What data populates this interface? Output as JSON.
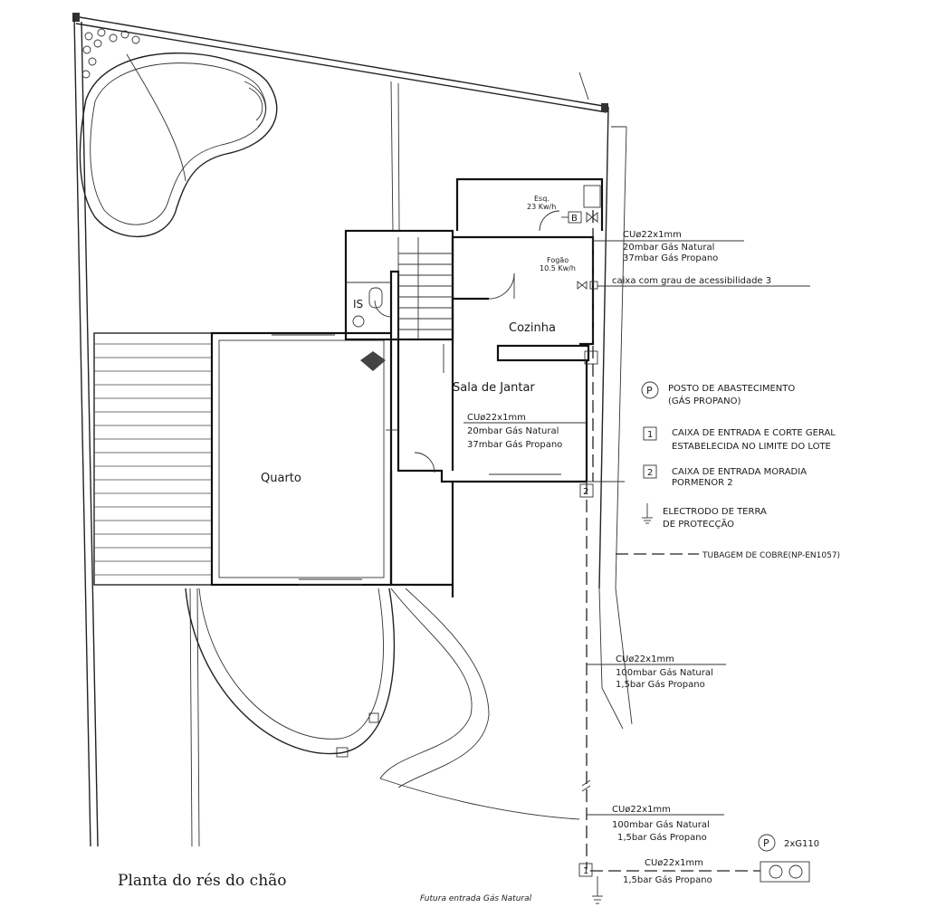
{
  "rooms": {
    "quarto": "Quarto",
    "sala": "Sala de Jantar",
    "cozinha": "Cozinha",
    "is": "IS"
  },
  "appliances": {
    "esq_label": "Esq.",
    "esq_power": "23 Kw/h",
    "fogao_label": "Fogão",
    "fogao_power": "10.5 Kw/h",
    "b_tag": "B"
  },
  "pipe_specs": {
    "top": [
      "CUø22x1mm",
      "20mbar Gás Natural",
      "37mbar Gás Propano"
    ],
    "access_box": "caixa com grau de acessibilidade 3",
    "sala": [
      "CUø22x1mm",
      "20mbar Gás Natural",
      "37mbar Gás Propano"
    ],
    "middle": [
      "CUø22x1mm",
      "100mbar Gás Natural",
      "1,5bar Gás Propano"
    ],
    "lower": [
      "CUø22x1mm",
      "100mbar Gás Natural",
      "1,5bar Gás Propano"
    ],
    "bottom": [
      "CUø22x1mm",
      "1,5bar Gás Propano"
    ]
  },
  "legend": {
    "p_symbol": "P",
    "posto_line1": "POSTO DE ABASTECIMENTO",
    "posto_line2": "(GÁS PROPANO)",
    "box1_tag": "1",
    "box1_line1": "CAIXA DE ENTRADA E CORTE GERAL",
    "box1_line2": "ESTABELECIDA NO LIMITE DO LOTE",
    "box2_tag": "2",
    "box2_line1": "CAIXA DE ENTRADA MORADIA",
    "box2_line2": "PORMENOR 2",
    "earth_line1": "ELECTRODO DE TERRA",
    "earth_line2": "DE PROTECÇÃO",
    "tubagem": "TUBAGEM DE COBRE(NP-EN1057)"
  },
  "markers": {
    "box2_tag": "2",
    "box1_tag": "1",
    "p_symbol": "P",
    "tank_label": "2xG110"
  },
  "footer": {
    "title": "Planta do rés do chão",
    "future_entry": "Futura entrada Gás Natural"
  }
}
